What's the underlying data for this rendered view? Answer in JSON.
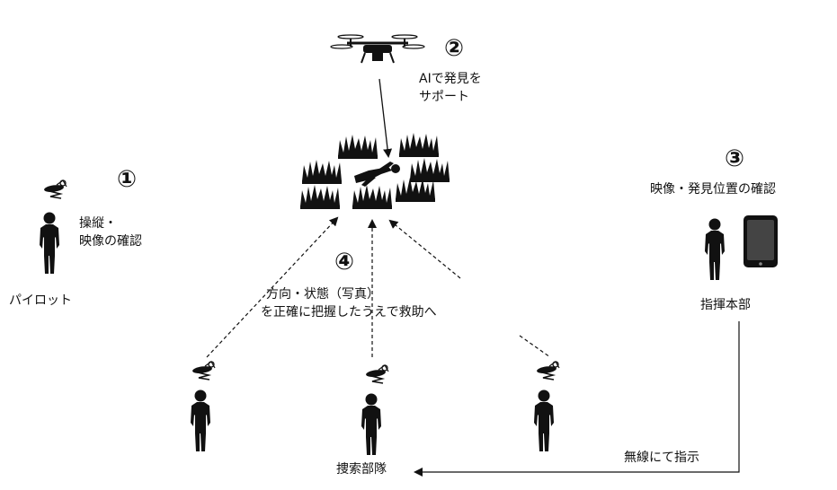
{
  "steps": {
    "step1": "①",
    "step2": "②",
    "step3": "③",
    "step4": "④"
  },
  "labels": {
    "pilot": "パイロット",
    "pilot_task_line1": "操縦・",
    "pilot_task_line2": "映像の確認",
    "ai_support_line1": "AIで発見を",
    "ai_support_line2": "サポート",
    "hq_task": "映像・発見位置の確認",
    "hq": "指揮本部",
    "rescue_line1": "方向・状態（写真）",
    "rescue_line2": "を正確に把握したうえで救助へ",
    "search_team": "捜索部隊",
    "radio_instruction": "無線にて指示"
  },
  "icons": {
    "drone": "drone-icon",
    "controller": "controller-icon",
    "person": "person-icon",
    "tablet": "tablet-icon",
    "grass": "grass-icon",
    "victim": "lying-person-icon"
  },
  "colors": {
    "ink": "#111111",
    "background": "#ffffff"
  }
}
